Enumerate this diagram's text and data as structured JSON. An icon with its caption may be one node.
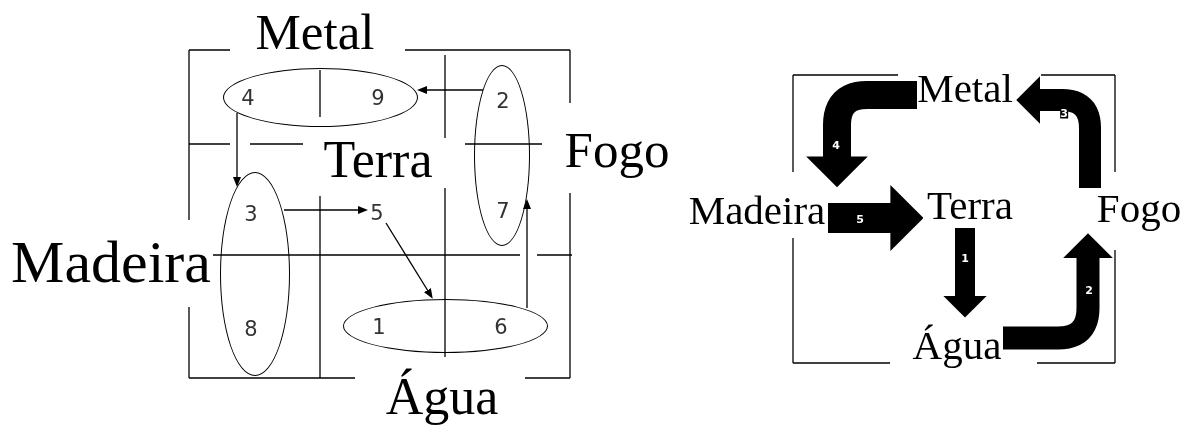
{
  "diagram": {
    "nodes": [
      {
        "text": [
          "4",
          "9"
        ],
        "beside": [
          "Metal"
        ]
      },
      {
        "text": [
          "2",
          "7"
        ],
        "beside": [
          "Fogo"
        ]
      },
      {
        "text": [
          "3",
          "8"
        ],
        "beside": [
          "Madeira"
        ]
      },
      {
        "text": [
          "5"
        ],
        "beside": [
          "Terra"
        ]
      },
      {
        "text": [
          "1",
          "6"
        ],
        "beside": [
          "Água"
        ]
      },
      {
        "text": [
          "Metal"
        ]
      },
      {
        "text": [
          "Madeira"
        ]
      },
      {
        "text": [
          "Terra"
        ]
      },
      {
        "text": [
          "Fogo"
        ]
      },
      {
        "text": [
          "Água"
        ]
      }
    ],
    "edges": [
      {
        "from": 1,
        "to": 0,
        "arrow": "to"
      },
      {
        "from": 0,
        "to": 2,
        "arrow": "to"
      },
      {
        "from": 2,
        "to": 3,
        "arrow": "to"
      },
      {
        "from": 3,
        "to": 4,
        "arrow": "to"
      },
      {
        "from": 4,
        "to": 1,
        "arrow": "to"
      },
      {
        "from": 7,
        "to": 9,
        "arrow": "to",
        "label": "1",
        "style": "thick"
      },
      {
        "from": 9,
        "to": 8,
        "arrow": "to",
        "label": "2",
        "style": "thick"
      },
      {
        "from": 8,
        "to": 5,
        "arrow": "to",
        "label": "3",
        "style": "thick"
      },
      {
        "from": 5,
        "to": 6,
        "arrow": "to",
        "label": "4",
        "style": "thick"
      },
      {
        "from": 6,
        "to": 7,
        "arrow": "to",
        "label": "5",
        "style": "thick"
      }
    ]
  }
}
